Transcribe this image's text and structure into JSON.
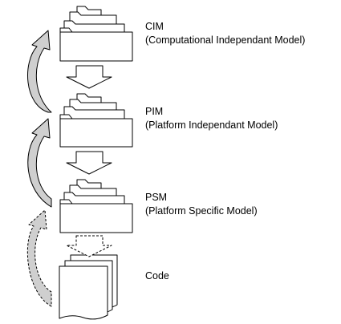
{
  "levels": [
    {
      "name": "CIM",
      "subtitle": "(Computational Independant Model)",
      "icon": "stacked-folders-icon"
    },
    {
      "name": "PIM",
      "subtitle": "(Platform Independant Model)",
      "icon": "stacked-folders-icon"
    },
    {
      "name": "PSM",
      "subtitle": "(Platform Specific Model)",
      "icon": "stacked-folders-icon"
    },
    {
      "name": "Code",
      "icon": "stacked-documents-icon"
    }
  ],
  "colors": {
    "stroke": "#000000",
    "fill": "#ffffff",
    "arrow_fill": "#cfcfcf"
  }
}
